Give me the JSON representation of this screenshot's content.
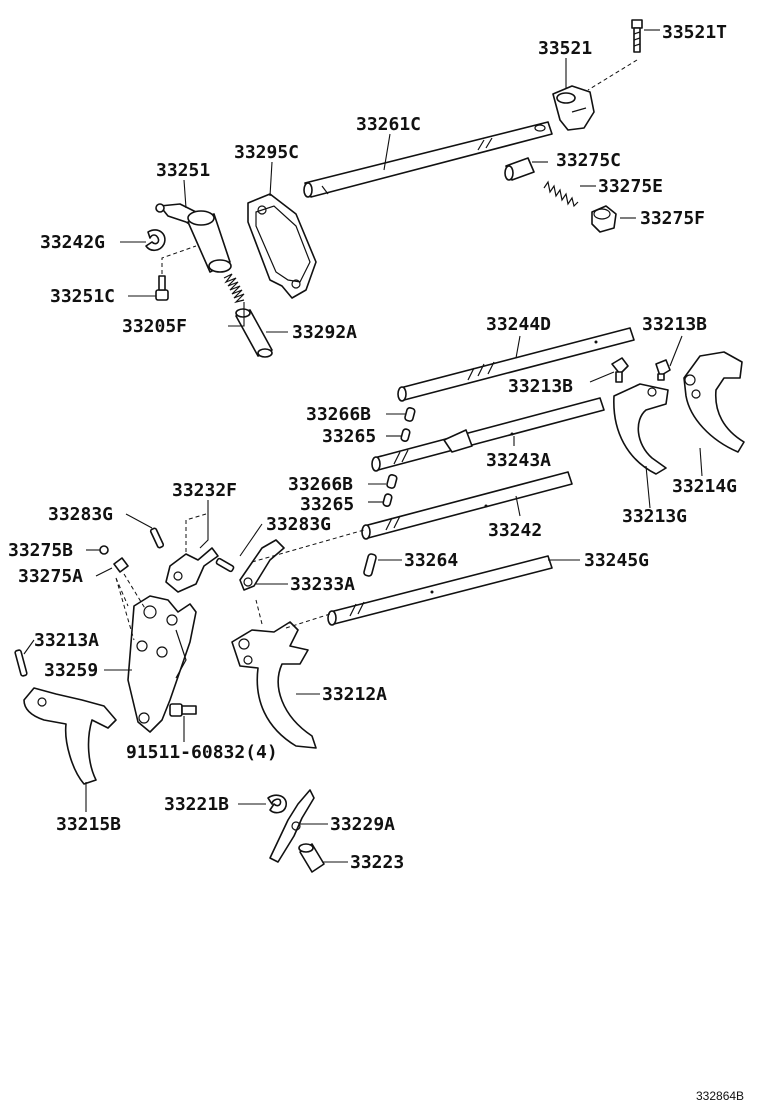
{
  "diagram": {
    "labels": [
      {
        "id": "33521T",
        "text": "33521T"
      },
      {
        "id": "33521",
        "text": "33521"
      },
      {
        "id": "33261C",
        "text": "33261C"
      },
      {
        "id": "33295C",
        "text": "33295C"
      },
      {
        "id": "33275C",
        "text": "33275C"
      },
      {
        "id": "33251",
        "text": "33251"
      },
      {
        "id": "33275E",
        "text": "33275E"
      },
      {
        "id": "33242G",
        "text": "33242G"
      },
      {
        "id": "33275F",
        "text": "33275F"
      },
      {
        "id": "33251C",
        "text": "33251C"
      },
      {
        "id": "33205F",
        "text": "33205F"
      },
      {
        "id": "33292A",
        "text": "33292A"
      },
      {
        "id": "33244D",
        "text": "33244D"
      },
      {
        "id": "33213B-a",
        "text": "33213B"
      },
      {
        "id": "33213B-b",
        "text": "33213B"
      },
      {
        "id": "33266B-a",
        "text": "33266B"
      },
      {
        "id": "33265-a",
        "text": "33265"
      },
      {
        "id": "33243A",
        "text": "33243A"
      },
      {
        "id": "33266B-b",
        "text": "33266B"
      },
      {
        "id": "33232F",
        "text": "33232F"
      },
      {
        "id": "33214G",
        "text": "33214G"
      },
      {
        "id": "33265-b",
        "text": "33265"
      },
      {
        "id": "33283G-a",
        "text": "33283G"
      },
      {
        "id": "33213G",
        "text": "33213G"
      },
      {
        "id": "33283G-b",
        "text": "33283G"
      },
      {
        "id": "33242",
        "text": "33242"
      },
      {
        "id": "33275B",
        "text": "33275B"
      },
      {
        "id": "33264",
        "text": "33264"
      },
      {
        "id": "33245G",
        "text": "33245G"
      },
      {
        "id": "33275A",
        "text": "33275A"
      },
      {
        "id": "33233A",
        "text": "33233A"
      },
      {
        "id": "33213A",
        "text": "33213A"
      },
      {
        "id": "33259",
        "text": "33259"
      },
      {
        "id": "33212A",
        "text": "33212A"
      },
      {
        "id": "91511",
        "text": "91511-60832(4)"
      },
      {
        "id": "33215B",
        "text": "33215B"
      },
      {
        "id": "33221B",
        "text": "33221B"
      },
      {
        "id": "33229A",
        "text": "33229A"
      },
      {
        "id": "33223",
        "text": "33223"
      }
    ],
    "reference_code": "332864B"
  }
}
